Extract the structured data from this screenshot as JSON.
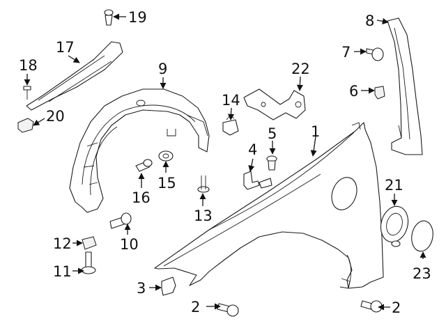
{
  "callouts": [
    {
      "key": "c1",
      "label": "1"
    },
    {
      "key": "c2a",
      "label": "2"
    },
    {
      "key": "c2b",
      "label": "2"
    },
    {
      "key": "c3",
      "label": "3"
    },
    {
      "key": "c4",
      "label": "4"
    },
    {
      "key": "c5",
      "label": "5"
    },
    {
      "key": "c6",
      "label": "6"
    },
    {
      "key": "c7",
      "label": "7"
    },
    {
      "key": "c8",
      "label": "8"
    },
    {
      "key": "c9",
      "label": "9"
    },
    {
      "key": "c10",
      "label": "10"
    },
    {
      "key": "c11",
      "label": "11"
    },
    {
      "key": "c12",
      "label": "12"
    },
    {
      "key": "c13",
      "label": "13"
    },
    {
      "key": "c14",
      "label": "14"
    },
    {
      "key": "c15",
      "label": "15"
    },
    {
      "key": "c16",
      "label": "16"
    },
    {
      "key": "c17",
      "label": "17"
    },
    {
      "key": "c18",
      "label": "18"
    },
    {
      "key": "c19",
      "label": "19"
    },
    {
      "key": "c20",
      "label": "20"
    },
    {
      "key": "c21",
      "label": "21"
    },
    {
      "key": "c22",
      "label": "22"
    },
    {
      "key": "c23",
      "label": "23"
    }
  ]
}
